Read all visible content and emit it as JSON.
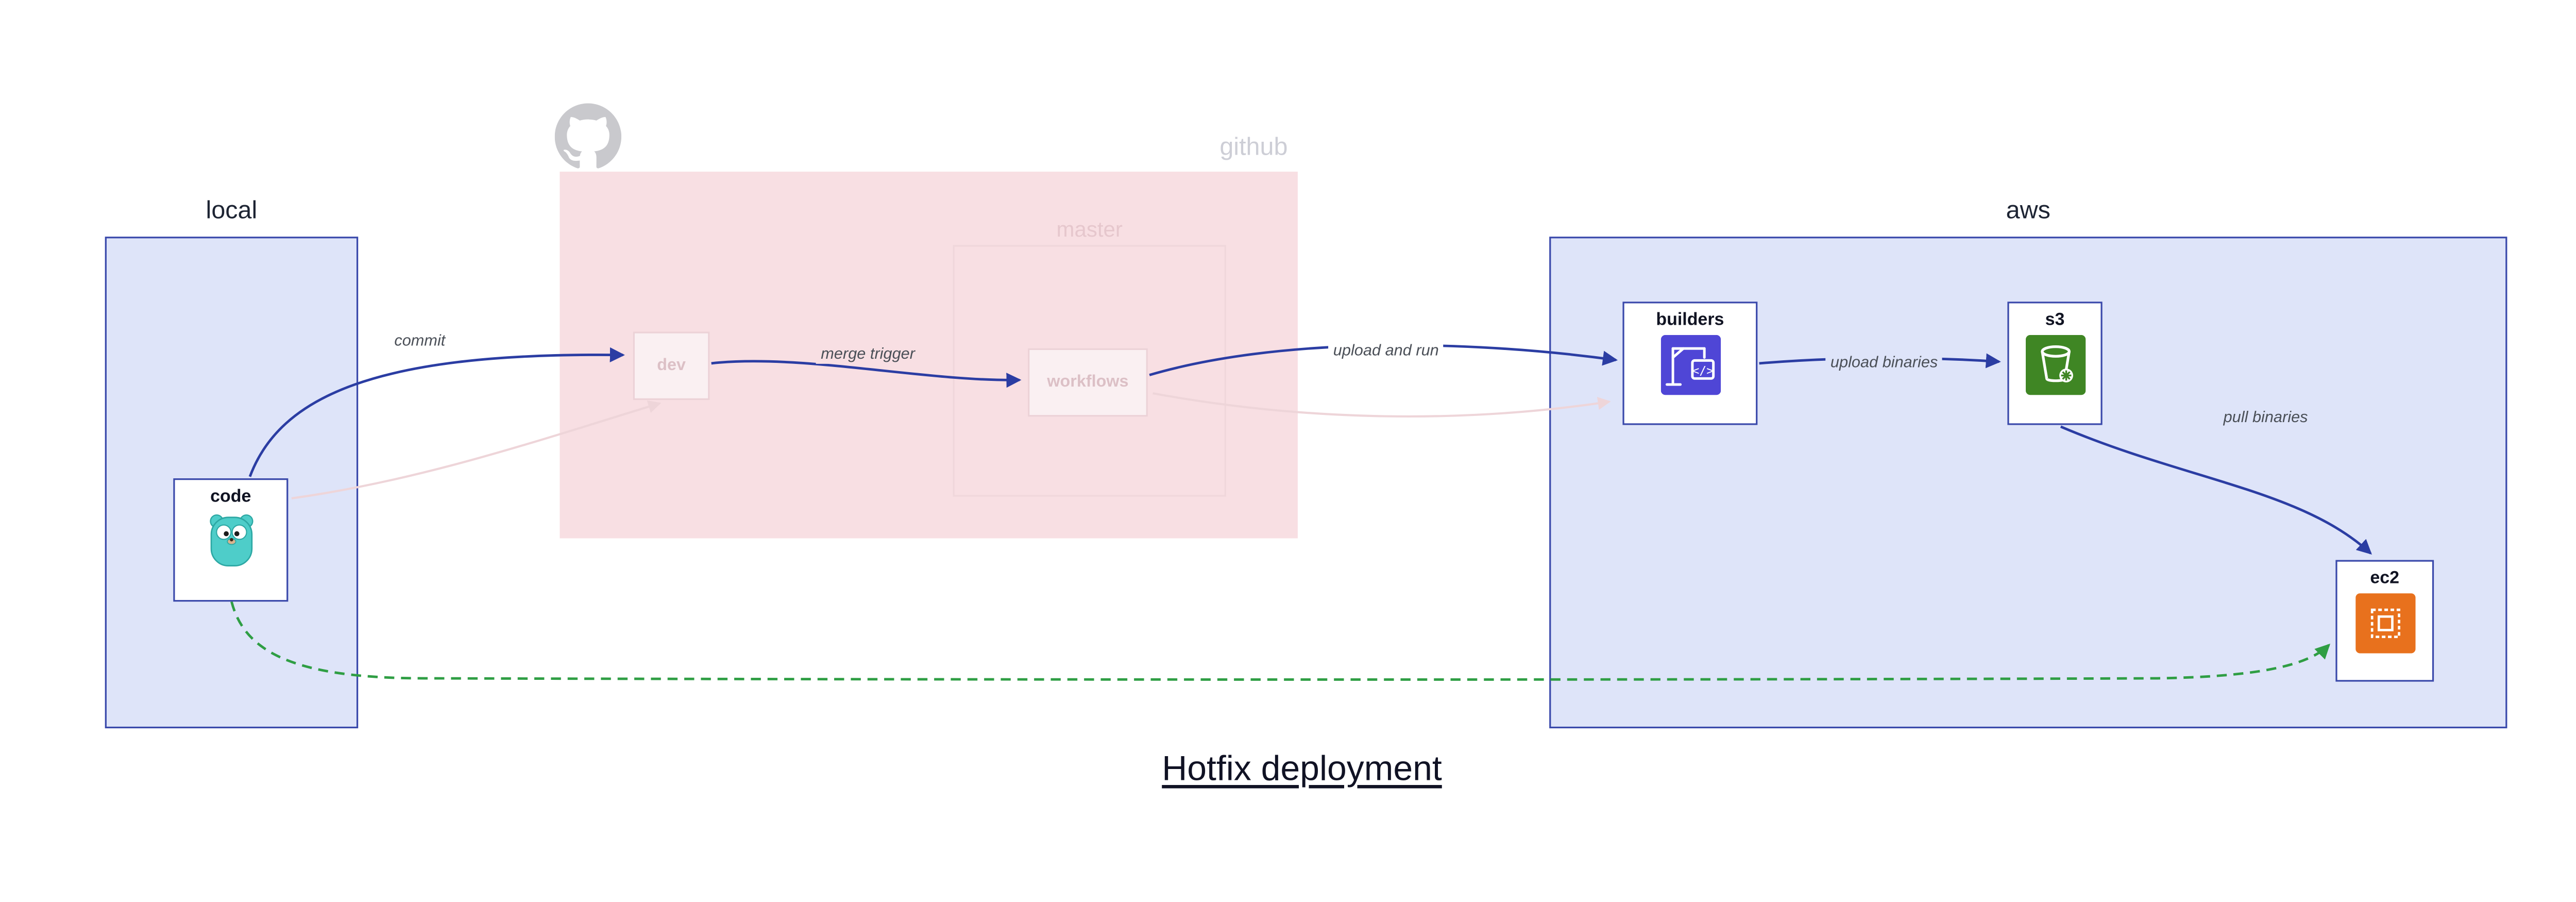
{
  "title": "Hotfix deployment",
  "groups": {
    "local": {
      "label": "local"
    },
    "github": {
      "label": "github",
      "icon": "github-octocat-icon"
    },
    "master": {
      "label": "master"
    },
    "aws": {
      "label": "aws"
    }
  },
  "nodes": {
    "code": {
      "label": "code",
      "icon": "go-gopher-icon"
    },
    "dev": {
      "label": "dev"
    },
    "workflows": {
      "label": "workflows"
    },
    "builders": {
      "label": "builders",
      "icon": "crane-codebuild-icon"
    },
    "s3": {
      "label": "s3",
      "icon": "s3-bucket-icon"
    },
    "ec2": {
      "label": "ec2",
      "icon": "ec2-chip-icon"
    }
  },
  "edges": {
    "commit": {
      "label": "commit"
    },
    "merge_trigger": {
      "label": "merge trigger"
    },
    "upload_and_run": {
      "label": "upload and run"
    },
    "upload_binaries": {
      "label": "upload binaries"
    },
    "pull_binaries": {
      "label": "pull binaries"
    },
    "hotfix_path": {
      "label": ""
    }
  },
  "colors": {
    "accent_blue": "#2b3da3",
    "container_fill_blue": "#dee4f9",
    "container_fill_pink": "#f8dfe3",
    "faded_pink": "#eed5d9",
    "hotfix_green": "#2f9e44",
    "gopher_teal": "#4ecdc9",
    "codebuild_purple": "#4f46d6",
    "s3_green": "#3f8624",
    "ec2_orange": "#e8711d"
  }
}
